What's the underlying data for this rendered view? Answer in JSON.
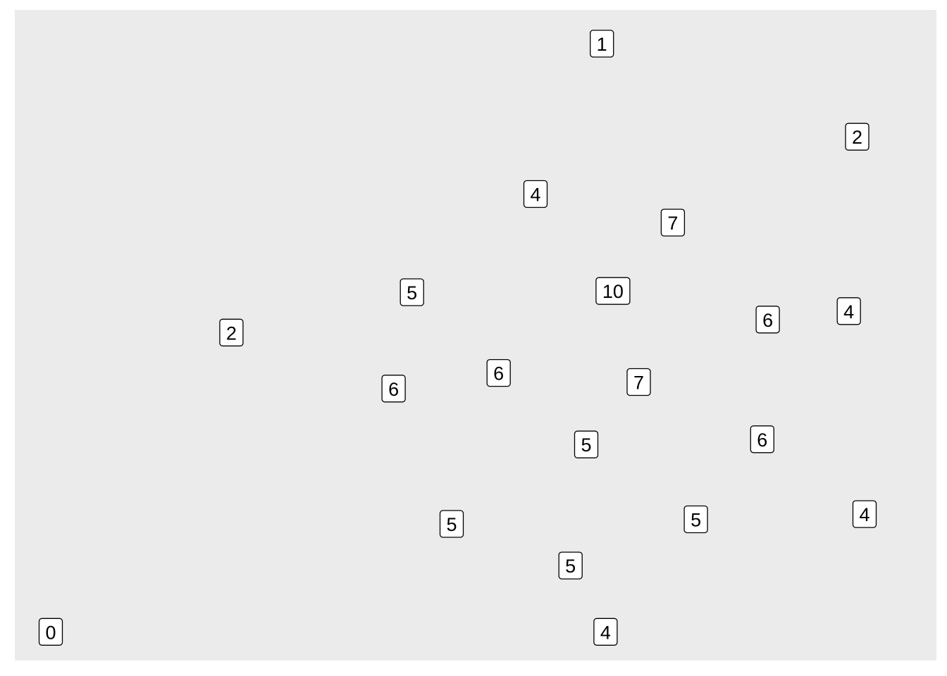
{
  "chart_data": {
    "type": "scatter",
    "title": "",
    "xlabel": "",
    "ylabel": "",
    "grid": false,
    "legend": "none",
    "panel_background": "#EBEBEB",
    "label_background": "#FFFFFF",
    "label_border": "#000000",
    "xlim": [
      0,
      10
    ],
    "ylim": [
      0,
      10
    ],
    "points": [
      {
        "x": 6.37,
        "y": 9.48,
        "label": "1"
      },
      {
        "x": 9.14,
        "y": 8.05,
        "label": "2"
      },
      {
        "x": 5.65,
        "y": 7.17,
        "label": "4"
      },
      {
        "x": 7.14,
        "y": 6.73,
        "label": "7"
      },
      {
        "x": 4.31,
        "y": 5.66,
        "label": "5"
      },
      {
        "x": 6.49,
        "y": 5.68,
        "label": "10"
      },
      {
        "x": 2.35,
        "y": 5.04,
        "label": "2"
      },
      {
        "x": 8.17,
        "y": 5.24,
        "label": "6"
      },
      {
        "x": 9.05,
        "y": 5.37,
        "label": "4"
      },
      {
        "x": 5.25,
        "y": 4.42,
        "label": "6"
      },
      {
        "x": 4.11,
        "y": 4.18,
        "label": "6"
      },
      {
        "x": 6.77,
        "y": 4.28,
        "label": "7"
      },
      {
        "x": 6.2,
        "y": 3.32,
        "label": "5"
      },
      {
        "x": 8.11,
        "y": 3.4,
        "label": "6"
      },
      {
        "x": 4.74,
        "y": 2.1,
        "label": "5"
      },
      {
        "x": 7.39,
        "y": 2.17,
        "label": "5"
      },
      {
        "x": 9.22,
        "y": 2.25,
        "label": "4"
      },
      {
        "x": 6.03,
        "y": 1.46,
        "label": "5"
      },
      {
        "x": 0.39,
        "y": 0.44,
        "label": "0"
      },
      {
        "x": 6.41,
        "y": 0.44,
        "label": "4"
      }
    ]
  }
}
